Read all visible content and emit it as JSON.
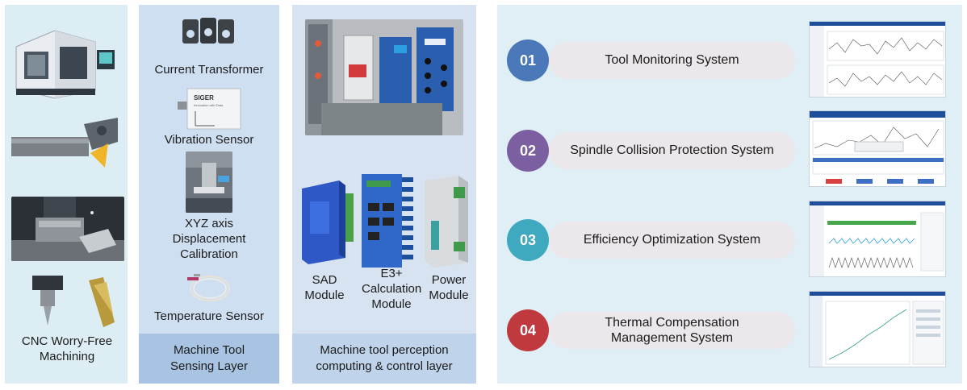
{
  "column1": {
    "label": "CNC Worry-Free Machining"
  },
  "column2": {
    "items": [
      {
        "label": "Current Transformer"
      },
      {
        "label": "Vibration Sensor",
        "device_brand": "SIGER",
        "device_tagline": "Innovation with Data"
      },
      {
        "label": "XYZ axis Displacement Calibration"
      },
      {
        "label": "Temperature Sensor"
      }
    ],
    "footer": "Machine Tool Sensing Layer"
  },
  "column3": {
    "modules": [
      {
        "label": "SAD Module"
      },
      {
        "label": "E3+ Calculation Module"
      },
      {
        "label": "Power Module"
      }
    ],
    "footer": "Machine tool perception computing & control layer"
  },
  "systems": [
    {
      "number": "01",
      "label": "Tool Monitoring System",
      "color": "#4a78b8"
    },
    {
      "number": "02",
      "label": "Spindle Collision Protection System",
      "color": "#7b5fa0"
    },
    {
      "number": "03",
      "label": "Efficiency Optimization System",
      "color": "#3ea9bf"
    },
    {
      "number": "04",
      "label": "Thermal Compensation Management System",
      "color": "#c0393f"
    }
  ],
  "colors": {
    "panel1_bg": "#dcedf4",
    "panel2_bg": "#cfdff2",
    "panel3_bg": "#d7e3f0",
    "panel4_bg": "#e0eef5",
    "pill_bg": "#ebe7ea"
  }
}
